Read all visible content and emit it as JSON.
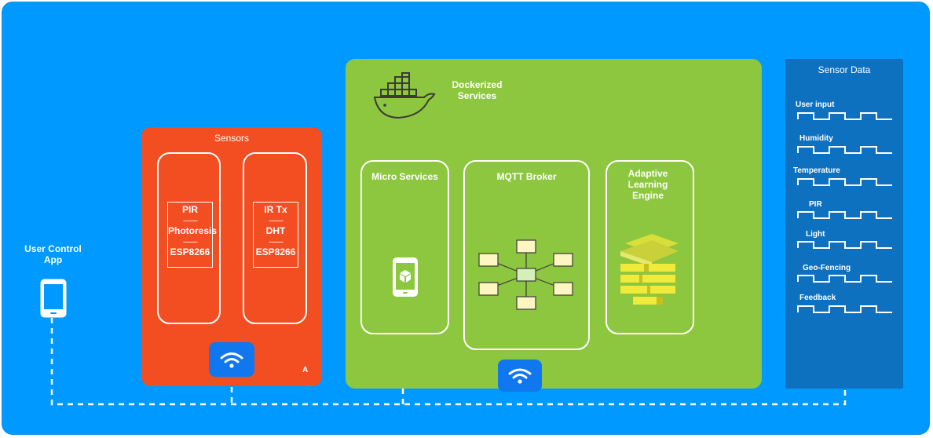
{
  "sensors": {
    "title": "Sensors",
    "device1": {
      "line1": "PIR",
      "sep1": "---------",
      "line2": "Photoresis",
      "sep2": "---------",
      "line3": "ESP8266"
    },
    "device2": {
      "line1": "IR Tx",
      "sep1": "---------",
      "line2": "DHT",
      "sep2": "---------",
      "line3": "ESP8266"
    },
    "corner_label": "A"
  },
  "user_app": {
    "label": "User Control App"
  },
  "docker": {
    "title": "Dockerized Services",
    "micro_services": "Micro Services",
    "mqtt_broker": "MQTT Broker",
    "adaptive_engine": "Adaptive Learning Engine"
  },
  "sensor_data": {
    "title": "Sensor Data",
    "signals": [
      "User input",
      "Humidity",
      "Temperature",
      "PIR",
      "Light",
      "Geo-Fencing",
      "Feedback"
    ]
  },
  "colors": {
    "background": "#0099ff",
    "sensors_panel": "#f24e22",
    "docker_panel": "#8dc63f",
    "sensor_data_panel": "#0e71c0",
    "wifi_badge": "#1177ee",
    "mqtt_node": "#fdf6c3",
    "mqtt_hub": "#d4f0b8"
  },
  "icons": [
    "phone-icon",
    "wifi-icon",
    "docker-whale-icon",
    "mqtt-network-icon",
    "cube-stack-icon",
    "app-cube-icon"
  ]
}
